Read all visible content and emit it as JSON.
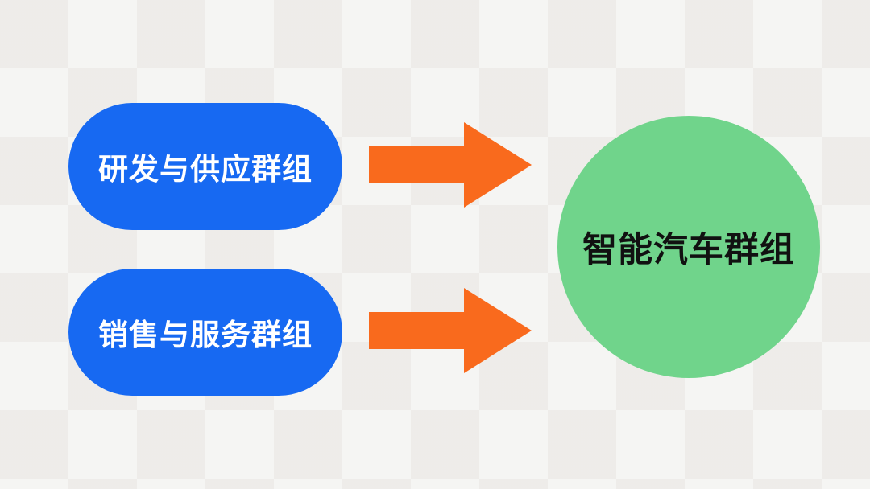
{
  "diagram": {
    "background_color": "#f0efed",
    "source_groups": [
      {
        "label": "研发与供应群组",
        "shape": "pill",
        "fill_color": "#1769f2",
        "text_color": "#ffffff"
      },
      {
        "label": "销售与服务群组",
        "shape": "pill",
        "fill_color": "#1769f2",
        "text_color": "#ffffff"
      }
    ],
    "target_group": {
      "label": "智能汽车群组",
      "shape": "circle",
      "fill_color": "#70d48b",
      "text_color": "#111111"
    },
    "connectors": [
      {
        "type": "arrow-right",
        "color": "#f96a1d",
        "from": "研发与供应群组",
        "to": "智能汽车群组"
      },
      {
        "type": "arrow-right",
        "color": "#f96a1d",
        "from": "销售与服务群组",
        "to": "智能汽车群组"
      }
    ]
  }
}
